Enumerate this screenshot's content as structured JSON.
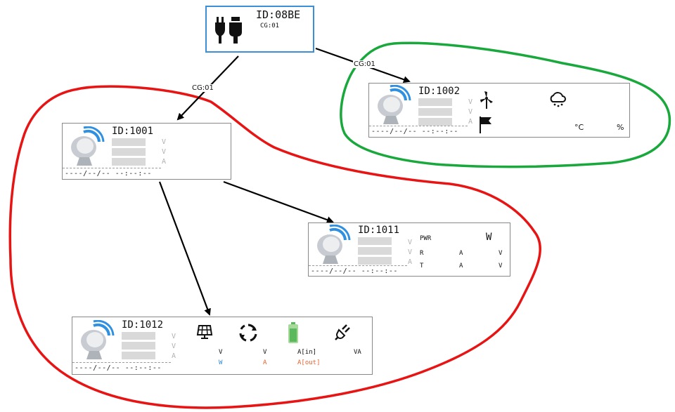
{
  "edges": [
    {
      "label": "CG:01"
    },
    {
      "label": "CG:01"
    }
  ],
  "root": {
    "id": "ID:08BE",
    "cg": "CG:01"
  },
  "node1002": {
    "id": "ID:1002",
    "units": [
      "V",
      "V",
      "A"
    ],
    "date": "----/--/-- --:--:--",
    "temp_unit": "°C",
    "hum_unit": "%"
  },
  "node1001": {
    "id": "ID:1001",
    "units": [
      "V",
      "V",
      "A"
    ],
    "date": "----/--/-- --:--:--"
  },
  "node1011": {
    "id": "ID:1011",
    "units": [
      "V",
      "V",
      "A"
    ],
    "date": "----/--/-- --:--:--",
    "pwr_label": "PWR",
    "pwr_unit": "W",
    "r_label": "R",
    "t_label": "T",
    "r_a": "A",
    "r_v": "V",
    "t_a": "A",
    "t_v": "V"
  },
  "node1012": {
    "id": "ID:1012",
    "units": [
      "V",
      "V",
      "A"
    ],
    "date": "----/--/-- --:--:--",
    "solar_v": "V",
    "solar_w": "W",
    "inv_v": "V",
    "inv_a": "A",
    "batt_in": "A[in]",
    "batt_out": "A[out]",
    "load_va": "VA"
  },
  "colors": {
    "group_red": "#e81414",
    "group_green": "#19a83c",
    "accent": "#3a8fd8"
  }
}
